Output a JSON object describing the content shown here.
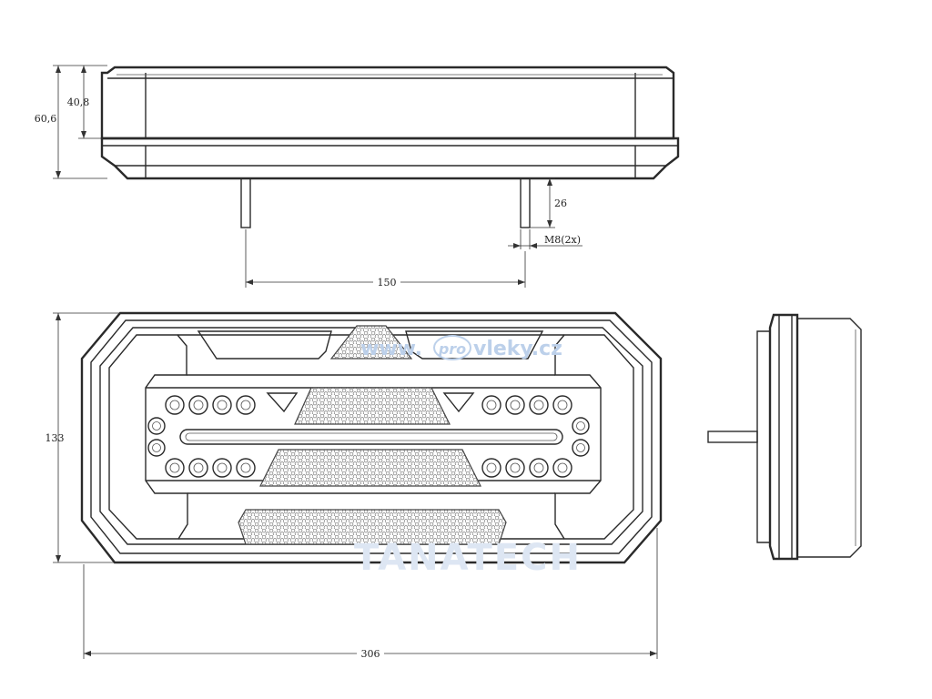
{
  "dimensions": {
    "total_height": "60,6",
    "body_height": "40,8",
    "stud_length": "26",
    "stud_thread": "M8(2x)",
    "stud_spacing": "150",
    "front_height": "133",
    "front_width": "306"
  },
  "watermarks": {
    "site_prefix": "www.",
    "site_badge": "pro",
    "site_suffix": "vleky.cz",
    "brand": "TANATECH"
  },
  "colors": {
    "line": "#2a2a2a",
    "watermark_site": "#bcd0ea",
    "watermark_brand": "#dde6f3"
  }
}
